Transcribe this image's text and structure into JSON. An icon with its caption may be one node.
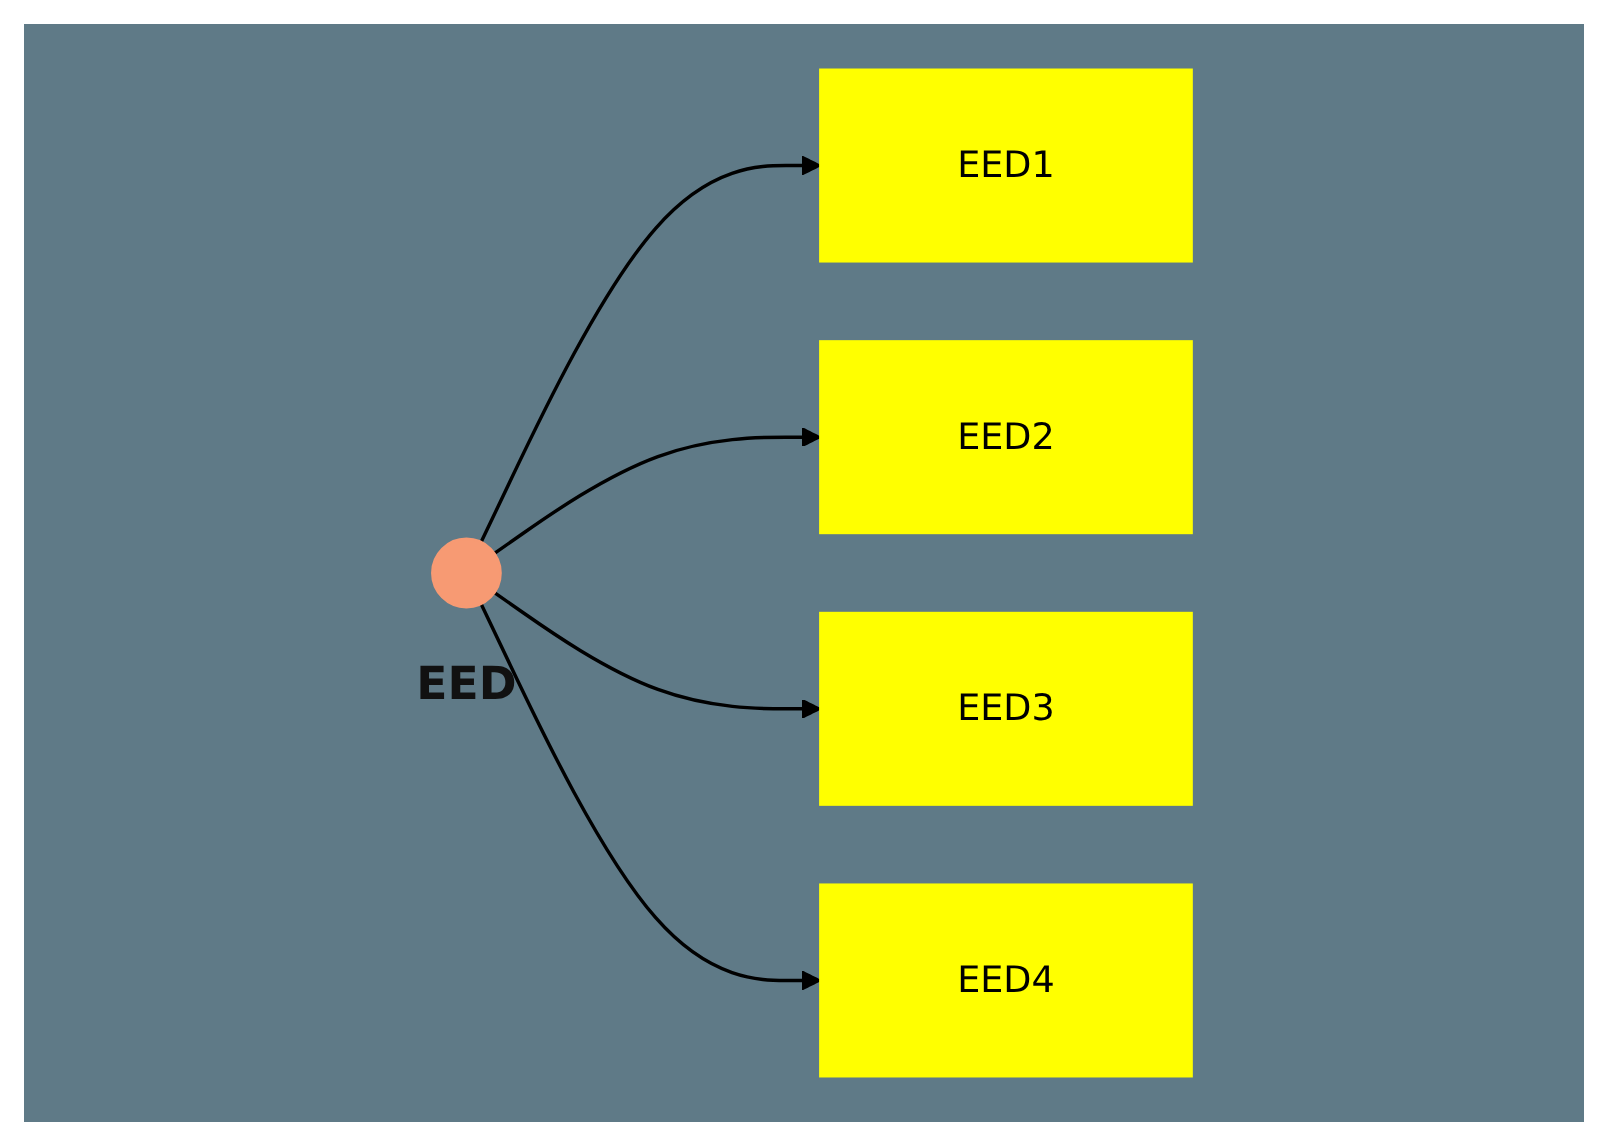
{
  "diagram": {
    "nodes": [
      {
        "text": [],
        "shape": "circle",
        "beside": [
          "EED"
        ]
      },
      {
        "text": [
          "EED1"
        ]
      },
      {
        "text": [
          "EED2"
        ]
      },
      {
        "text": [
          "EED3"
        ]
      },
      {
        "text": [
          "EED4"
        ]
      }
    ],
    "edges": [
      {
        "from": 0,
        "to": 1,
        "arrow": "to"
      },
      {
        "from": 0,
        "to": 2,
        "arrow": "to"
      },
      {
        "from": 0,
        "to": 3,
        "arrow": "to"
      },
      {
        "from": 0,
        "to": 4,
        "arrow": "to"
      }
    ]
  }
}
